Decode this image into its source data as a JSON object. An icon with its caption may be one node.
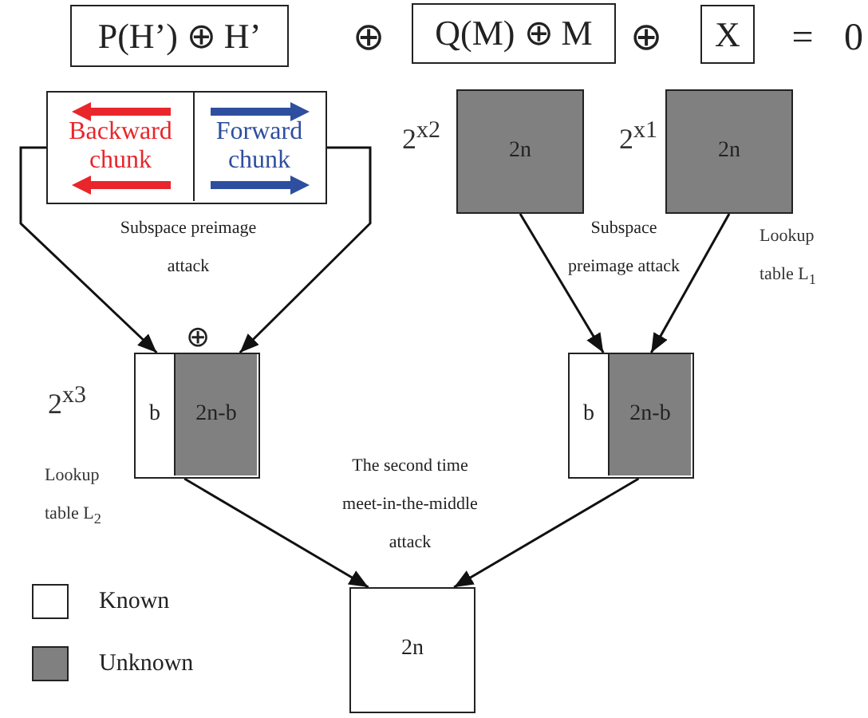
{
  "diagram": {
    "nodes": [
      {
        "text": [
          "P(H’) ⊕ H’"
        ]
      },
      {
        "text": [
          "Q(M) ⊕ M"
        ]
      },
      {
        "text": [
          "X"
        ]
      },
      {
        "text": [],
        "shape": "box"
      },
      {
        "text": [
          "Backward chunk"
        ],
        "in": 3
      },
      {
        "text": [
          "Forward chunk"
        ],
        "in": 3
      },
      {
        "text": [
          "2n"
        ],
        "beside": [
          "2$^{x2}$"
        ]
      },
      {
        "text": [
          "2n"
        ],
        "beside": [
          "2$^{x1}$",
          "Lookup table L$_{1}$"
        ]
      },
      {
        "text": [],
        "shape": "box",
        "beside": [
          "2$^{x3}$",
          "Lookup table L$_{2}$"
        ]
      },
      {
        "text": [
          "b"
        ],
        "in": 8
      },
      {
        "text": [
          "2n-b"
        ],
        "in": 8
      },
      {
        "text": [],
        "shape": "box"
      },
      {
        "text": [
          "b"
        ],
        "in": 11
      },
      {
        "text": [
          "2n-b"
        ],
        "in": 11
      },
      {
        "text": [
          "2n"
        ]
      }
    ],
    "edges": [
      {
        "from": 3,
        "to": 8,
        "arrow": "to"
      },
      {
        "from": 3,
        "to": 8,
        "arrow": "to"
      },
      {
        "from": 6,
        "to": 11,
        "arrow": "to"
      },
      {
        "from": 7,
        "to": 11,
        "arrow": "to"
      },
      {
        "from": 8,
        "to": 14,
        "arrow": "to"
      },
      {
        "from": 11,
        "to": 14,
        "arrow": "to"
      }
    ],
    "labels": [
      "⊕",
      "⊕",
      "=",
      "0",
      "Subspace preimage attack",
      "Subspace preimage attack",
      "⊕",
      "The second time meet-in-the-middle attack"
    ],
    "legend": [
      {
        "text": "Known",
        "color": "#ffffff"
      },
      {
        "text": "Unknown",
        "color": "#808080"
      }
    ]
  }
}
